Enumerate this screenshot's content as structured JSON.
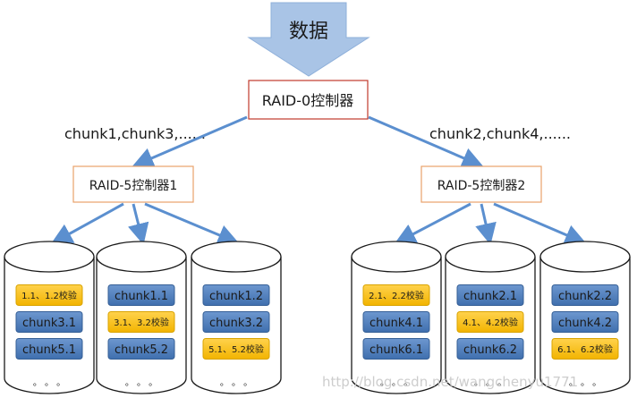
{
  "input": {
    "label": "数据"
  },
  "raid0": {
    "label": "RAID-0控制器"
  },
  "stripes": {
    "left": "chunk1,chunk3,......",
    "right": "chunk2,chunk4,......"
  },
  "raid5": [
    {
      "label": "RAID-5控制器1"
    },
    {
      "label": "RAID-5控制器2"
    }
  ],
  "disks": [
    {
      "chunks": [
        {
          "text": "1.1、1.2校验",
          "parity": true
        },
        {
          "text": "chunk3.1",
          "parity": false
        },
        {
          "text": "chunk5.1",
          "parity": false
        }
      ],
      "more": "。 。 。"
    },
    {
      "chunks": [
        {
          "text": "chunk1.1",
          "parity": false
        },
        {
          "text": "3.1、3.2校验",
          "parity": true
        },
        {
          "text": "chunk5.2",
          "parity": false
        }
      ],
      "more": "。 。 。"
    },
    {
      "chunks": [
        {
          "text": "chunk1.2",
          "parity": false
        },
        {
          "text": "chunk3.2",
          "parity": false
        },
        {
          "text": "5.1、5.2校验",
          "parity": true
        }
      ],
      "more": "。 。 。"
    },
    {
      "chunks": [
        {
          "text": "2.1、2.2校验",
          "parity": true
        },
        {
          "text": "chunk4.1",
          "parity": false
        },
        {
          "text": "chunk6.1",
          "parity": false
        }
      ],
      "more": "。 。 。"
    },
    {
      "chunks": [
        {
          "text": "chunk2.1",
          "parity": false
        },
        {
          "text": "4.1、4.2校验",
          "parity": true
        },
        {
          "text": "chunk6.2",
          "parity": false
        }
      ],
      "more": "。 。 。"
    },
    {
      "chunks": [
        {
          "text": "chunk2.2",
          "parity": false
        },
        {
          "text": "chunk4.2",
          "parity": false
        },
        {
          "text": "6.1、6.2校验",
          "parity": true
        }
      ],
      "more": "。 。 。"
    }
  ],
  "watermark": "http://blog.csdn.net/wangchenyu1771",
  "colors": {
    "arrow": "#5b8fcf",
    "input_arrow_fill": "#a9c4e6",
    "raid0_border": "#c0392b",
    "raid5_border": "#e8a26a",
    "data_chunk": "#4f81bd",
    "parity_chunk": "#ffc000",
    "cylinder_stroke": "#1a1a1a"
  }
}
